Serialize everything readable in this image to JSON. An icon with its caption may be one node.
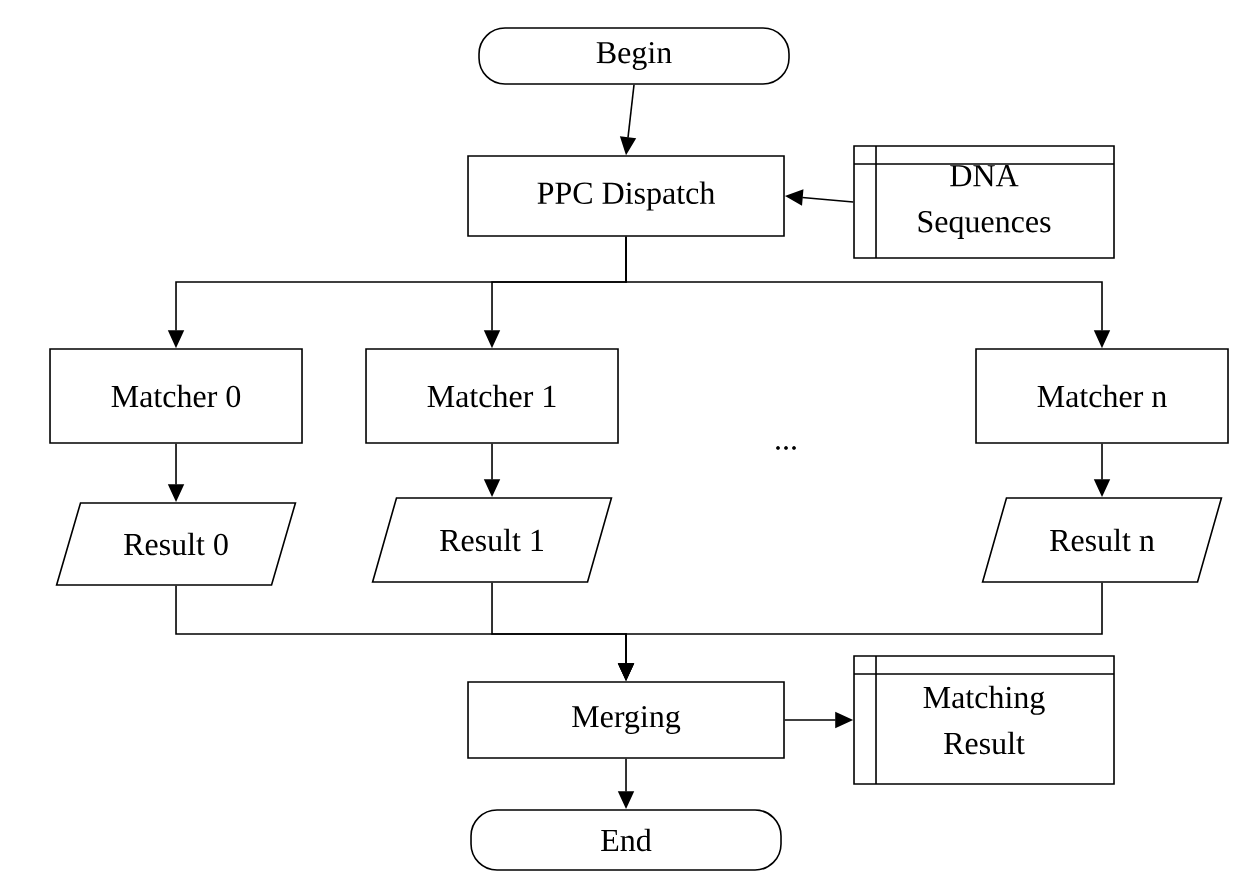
{
  "diagram": {
    "nodes": [
      {
        "text": [
          "Begin"
        ]
      },
      {
        "text": [
          "PPC Dispatch"
        ]
      },
      {
        "text": [
          "DNA Sequences"
        ]
      },
      {
        "text": [
          "Matcher 0"
        ]
      },
      {
        "text": [
          "Matcher 1"
        ]
      },
      {
        "text": [
          "Matcher n"
        ]
      },
      {
        "text": [
          "Result 0"
        ]
      },
      {
        "text": [
          "Result 1"
        ]
      },
      {
        "text": [
          "Result n"
        ]
      },
      {
        "text": [
          "Merging"
        ]
      },
      {
        "text": [
          "Matching Result"
        ]
      },
      {
        "text": [
          "End"
        ]
      }
    ],
    "edges": [
      {
        "from": 0,
        "to": 1,
        "arrow": "to"
      },
      {
        "from": 2,
        "to": 1,
        "arrow": "to"
      },
      {
        "from": 1,
        "to": 3,
        "arrow": "to"
      },
      {
        "from": 1,
        "to": 4,
        "arrow": "to"
      },
      {
        "from": 1,
        "to": 5,
        "arrow": "to"
      },
      {
        "from": 3,
        "to": 6,
        "arrow": "to"
      },
      {
        "from": 4,
        "to": 7,
        "arrow": "to"
      },
      {
        "from": 5,
        "to": 8,
        "arrow": "to"
      },
      {
        "from": 6,
        "to": 9,
        "arrow": "to"
      },
      {
        "from": 7,
        "to": 9,
        "arrow": "to"
      },
      {
        "from": 8,
        "to": 9,
        "arrow": "to"
      },
      {
        "from": 9,
        "to": 10,
        "arrow": "to"
      },
      {
        "from": 9,
        "to": 11,
        "arrow": "to"
      }
    ],
    "labels": [
      "..."
    ]
  }
}
